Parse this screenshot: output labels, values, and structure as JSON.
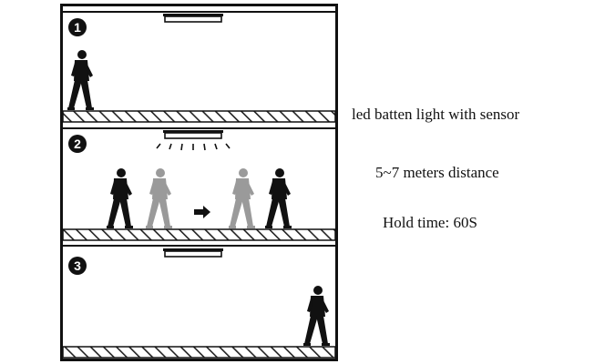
{
  "diagram": {
    "panels": [
      {
        "step": "1",
        "person_position": "left",
        "lamp_on": false
      },
      {
        "step": "2",
        "person_position": "walking-through",
        "lamp_on": true
      },
      {
        "step": "3",
        "person_position": "right",
        "lamp_on": false
      }
    ],
    "colors": {
      "frame": "#111111",
      "person_dark": "#111111",
      "person_ghost": "#9a9a9a",
      "floor_hatch": "#222222"
    }
  },
  "captions": {
    "product": "led batten light with sensor",
    "distance": "5~7 meters distance",
    "hold_time": "Hold time: 60S"
  }
}
